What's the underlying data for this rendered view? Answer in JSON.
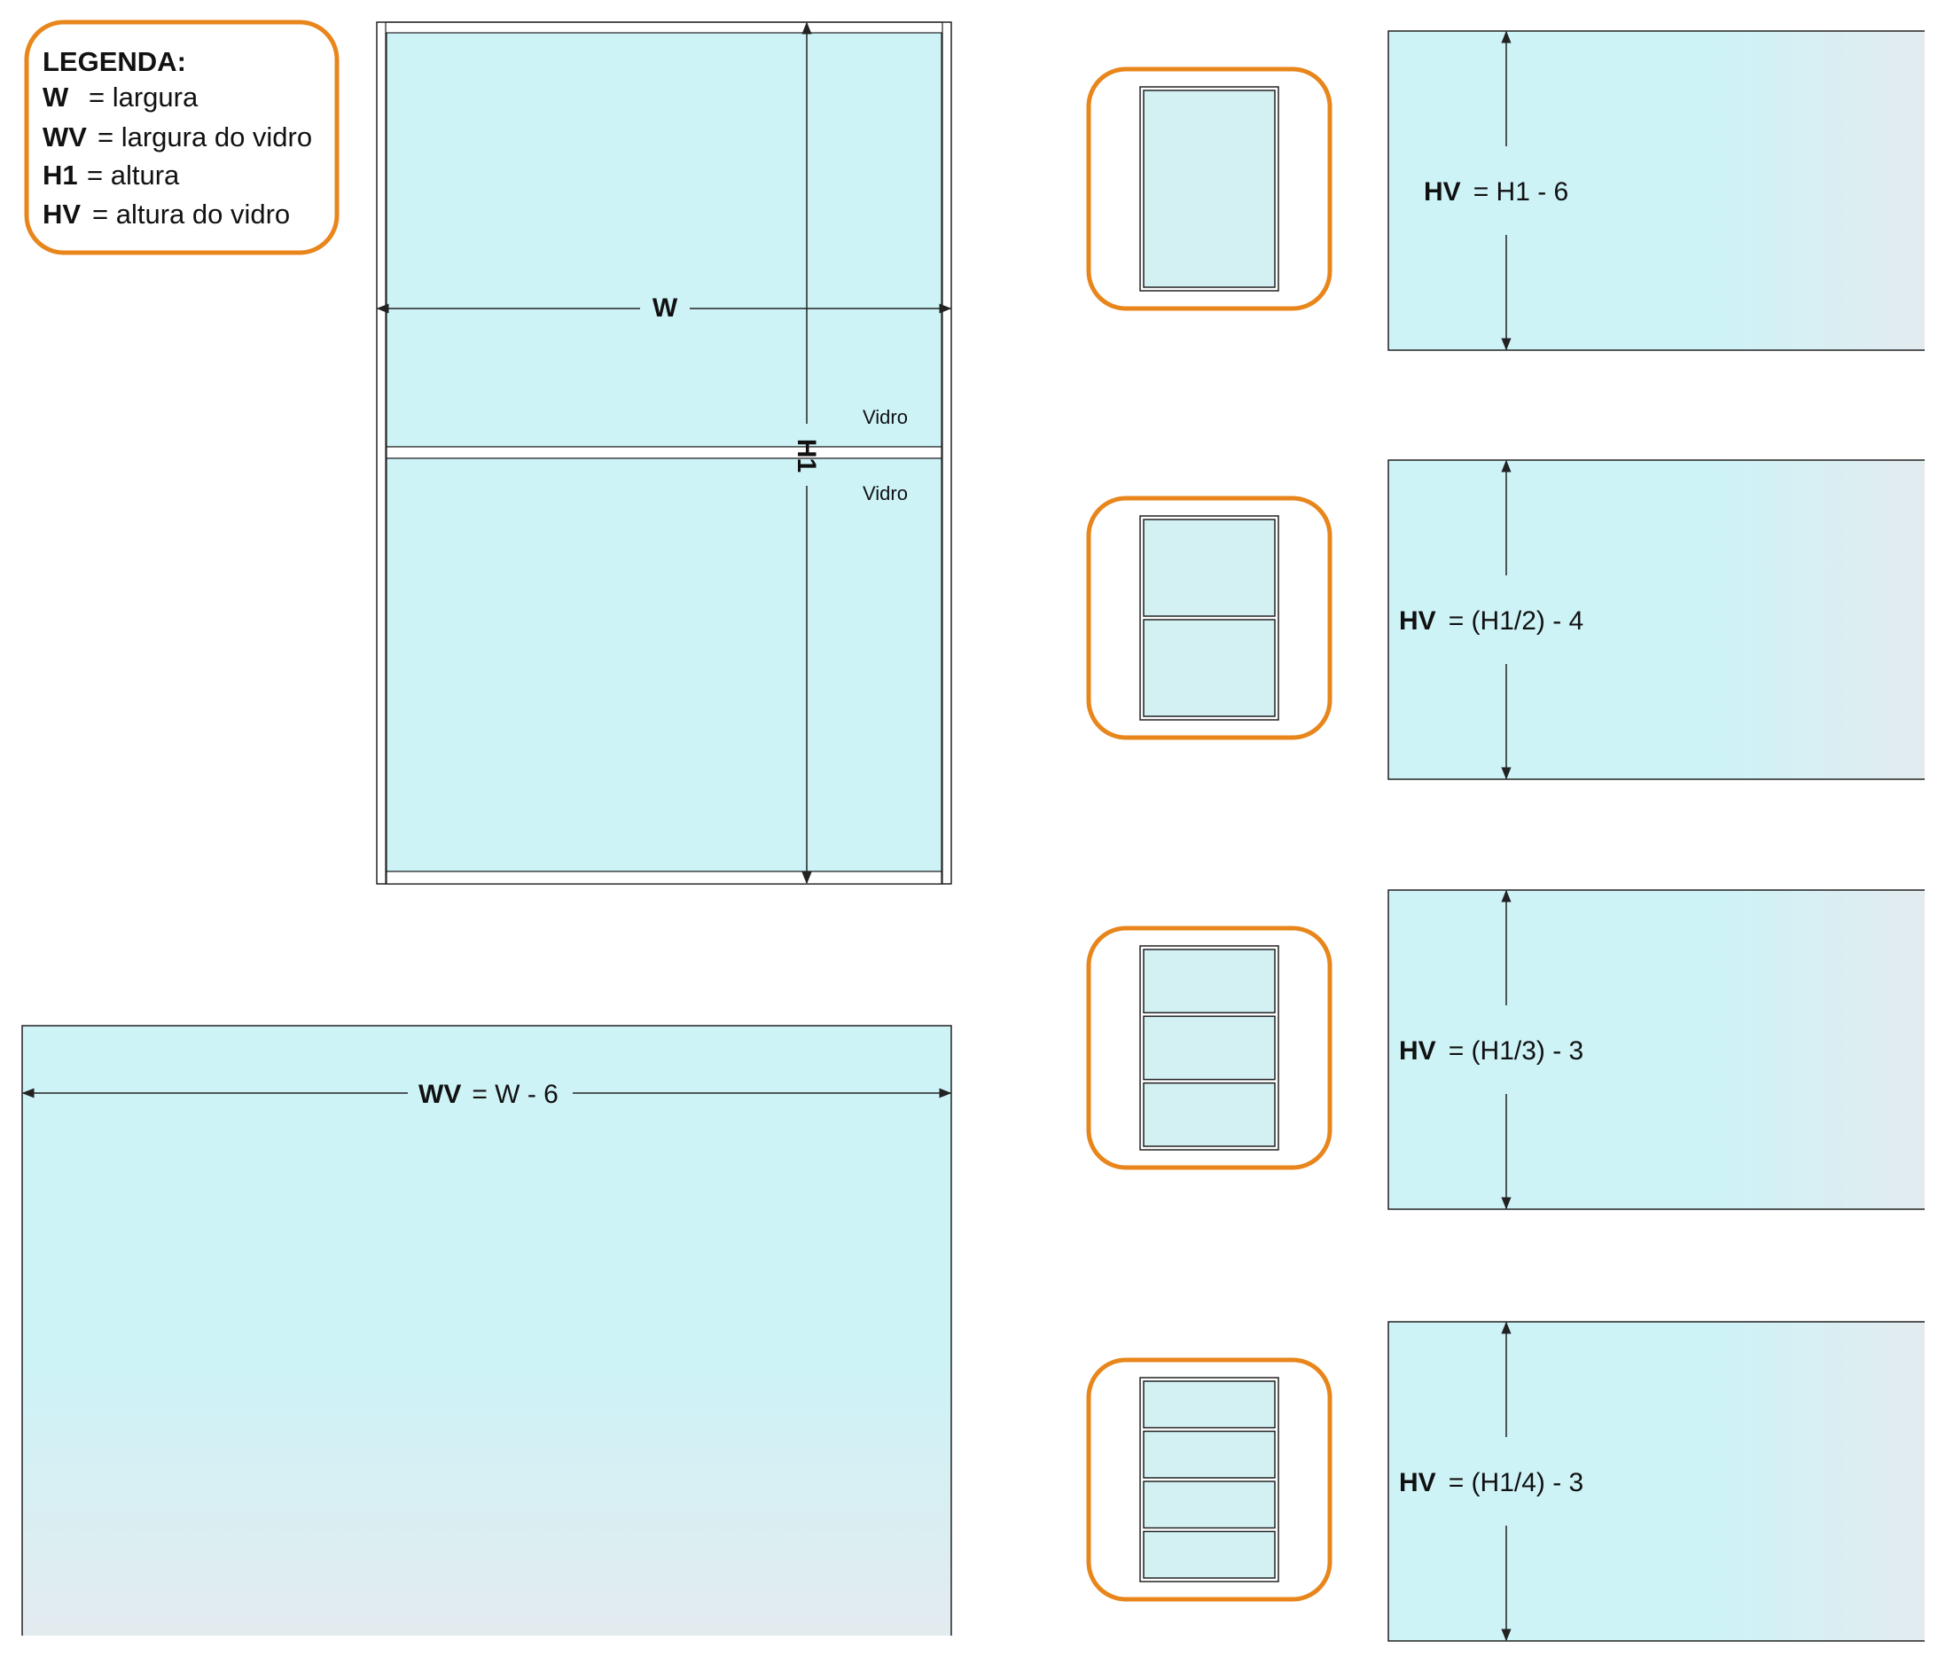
{
  "colors": {
    "accent_border": "#e8861c",
    "glass": "#cdf3f7",
    "glass_fade": "#e3ebef",
    "line": "#222222"
  },
  "legend": {
    "title": "LEGENDA:",
    "items": [
      {
        "key": "W",
        "desc": "= largura"
      },
      {
        "key": "WV",
        "desc": "= largura do vidro"
      },
      {
        "key": "H1",
        "desc": "= altura"
      },
      {
        "key": "HV",
        "desc": "= altura do vidro"
      }
    ]
  },
  "main_window": {
    "width_label": "W",
    "height_label": "H1",
    "pane_top_label": "Vidro",
    "pane_bottom_label": "Vidro"
  },
  "glass_width": {
    "key": "WV",
    "formula": "= W - 6"
  },
  "glass_heights": [
    {
      "panes": 1,
      "key": "HV",
      "formula": "= H1 - 6"
    },
    {
      "panes": 2,
      "key": "HV",
      "formula": "= (H1/2) - 4"
    },
    {
      "panes": 3,
      "key": "HV",
      "formula": "= (H1/3) - 3"
    },
    {
      "panes": 4,
      "key": "HV",
      "formula": "= (H1/4) - 3"
    }
  ]
}
